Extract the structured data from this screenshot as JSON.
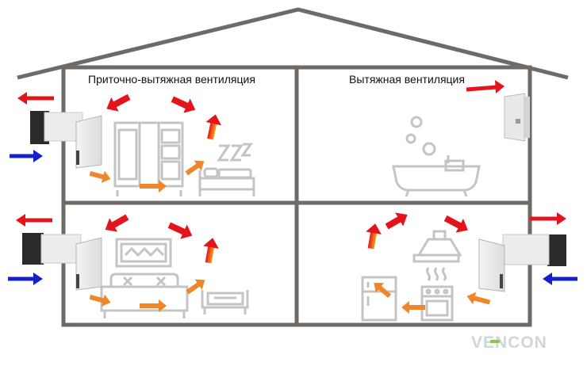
{
  "labels": {
    "supply_exhaust": "Приточно-вытяжная вентиляция",
    "exhaust": "Вытяжная вентиляция"
  },
  "logo": {
    "text": "VENCON"
  },
  "colors": {
    "house_wall": "#6f6a66",
    "furniture": "#c4c4c4",
    "outflow_arrow": "#e3141c",
    "inflow_arrow": "#1621c9",
    "circulation_warm": "#f2651d",
    "circulation_hot": "#e3141c",
    "airflow_inside": "#f39a3b",
    "logo_gray": "#cfd6dc",
    "logo_green": "#8ec63f"
  },
  "icons": [
    "wardrobe",
    "bed-sleeping",
    "bathtub",
    "exhaust-fan",
    "tv",
    "sofa",
    "armchair",
    "fridge",
    "range-hood",
    "stove",
    "recuperator"
  ]
}
